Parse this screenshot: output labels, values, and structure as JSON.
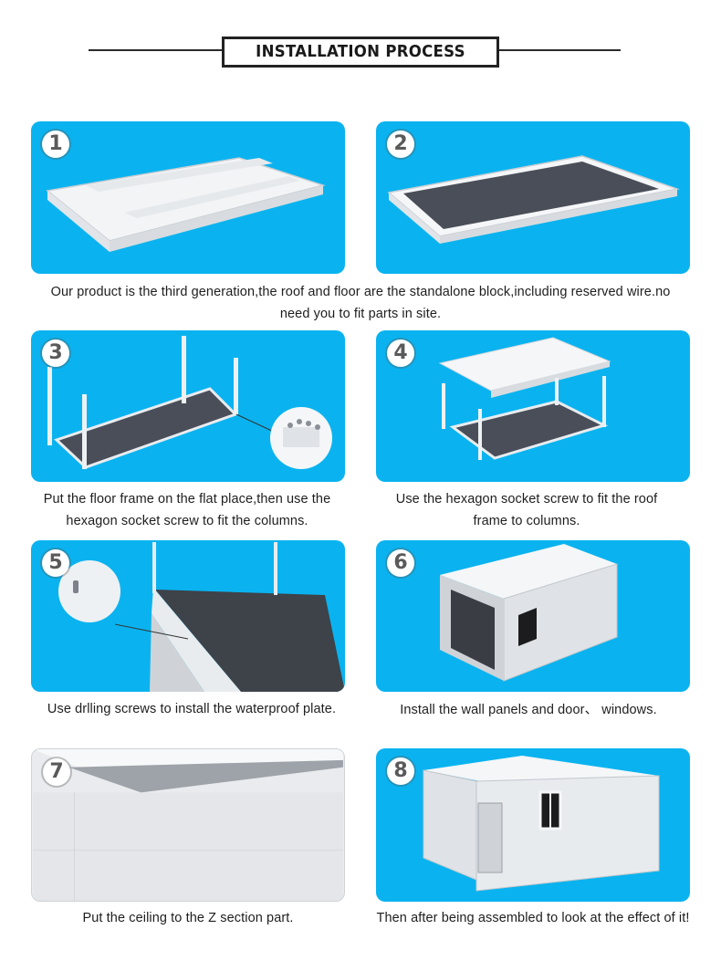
{
  "header": {
    "title": "INSTALLATION PROCESS"
  },
  "steps": [
    {
      "number": "1",
      "caption": ""
    },
    {
      "number": "2",
      "caption": ""
    },
    {
      "number": "3",
      "caption": "Put the floor frame on the flat place,then use the hexagon socket screw to fit the columns."
    },
    {
      "number": "4",
      "caption": "Use the hexagon socket screw to fit the roof frame to columns."
    },
    {
      "number": "5",
      "caption": "Use drlling screws to install the waterproof plate."
    },
    {
      "number": "6",
      "caption": "Install the wall panels and door、 windows."
    },
    {
      "number": "7",
      "caption": "Put the ceiling to the Z section part."
    },
    {
      "number": "8",
      "caption": "Then after being assembled to look at the effect of it!"
    }
  ],
  "shared_caption": "Our product is the third generation,the roof and floor are the standalone block,including reserved wire.no need you to fit parts in site.",
  "colors": {
    "panel_blue": "#0ab3ef",
    "floor_dark": "#4a4e58",
    "panel_white": "#f4f6f8"
  }
}
